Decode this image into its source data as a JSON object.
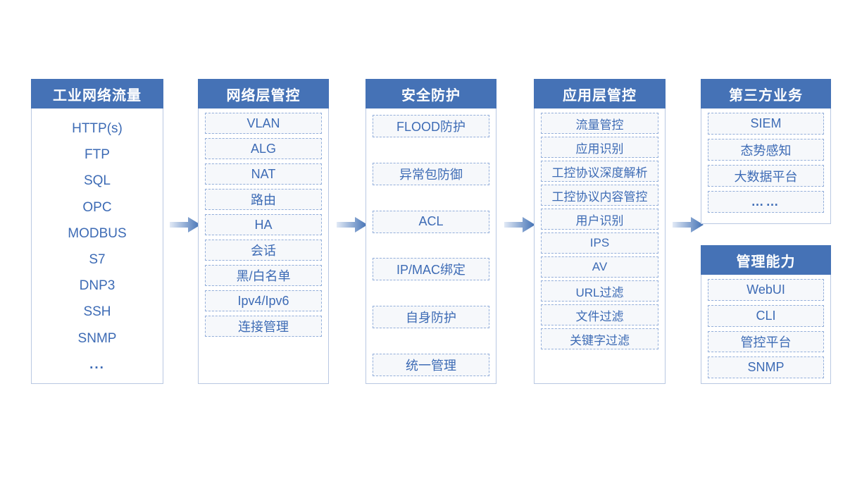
{
  "theme": {
    "header_blue": "#4572B6",
    "text_blue": "#3D6BB5",
    "chip_fill": "#F6F8FB",
    "chip_border": "#93AEDA",
    "card_border": "#B9C8E2",
    "arrow_light": "#DCE6F4",
    "arrow_dark": "#4572B6"
  },
  "columns": [
    {
      "key": "industrial_network_traffic",
      "title": "工业网络流量",
      "style": "plain",
      "items": [
        "HTTP(s)",
        "FTP",
        "SQL",
        "OPC",
        "MODBUS",
        "S7",
        "DNP3",
        "SSH",
        "SNMP",
        "..."
      ]
    },
    {
      "key": "network_layer_control",
      "title": "网络层管控",
      "style": "chips",
      "items": [
        "VLAN",
        "ALG",
        "NAT",
        "路由",
        "HA",
        "会话",
        "黑/白名单",
        "Ipv4/Ipv6",
        "连接管理"
      ]
    },
    {
      "key": "security_protection",
      "title": "安全防护",
      "style": "chips",
      "items": [
        "FLOOD防护",
        "异常包防御",
        "ACL",
        "IP/MAC绑定",
        "自身防护",
        "统一管理"
      ]
    },
    {
      "key": "application_layer_control",
      "title": "应用层管控",
      "style": "chips",
      "items": [
        "流量管控",
        "应用识别",
        "工控协议深度解析",
        "工控协议内容管控",
        "用户识别",
        "IPS",
        "AV",
        "URL过滤",
        "文件过滤",
        "关键字过滤"
      ]
    },
    {
      "key": "third_party_business",
      "title": "第三方业务",
      "style": "chips",
      "items": [
        "SIEM",
        "态势感知",
        "大数据平台",
        "……"
      ]
    },
    {
      "key": "management_capability",
      "title": "管理能力",
      "style": "chips",
      "items": [
        "WebUI",
        "CLI",
        "管控平台",
        "SNMP"
      ]
    }
  ],
  "arrows": [
    {
      "name": "arrow-traffic-to-network",
      "from": "industrial_network_traffic",
      "to": "network_layer_control"
    },
    {
      "name": "arrow-network-to-security",
      "from": "network_layer_control",
      "to": "security_protection"
    },
    {
      "name": "arrow-security-to-application",
      "from": "security_protection",
      "to": "application_layer_control"
    },
    {
      "name": "arrow-application-to-thirdparty",
      "from": "application_layer_control",
      "to": "third_party_business"
    }
  ]
}
